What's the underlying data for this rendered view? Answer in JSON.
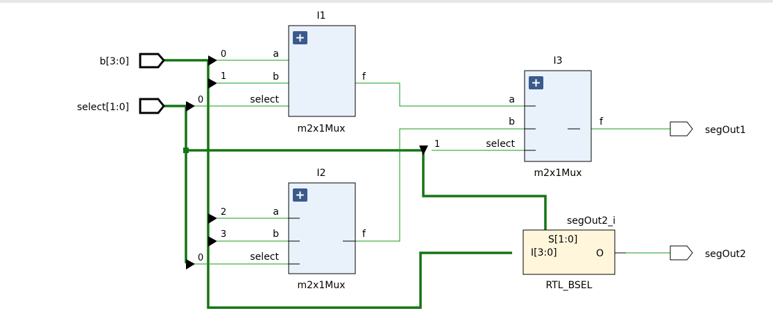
{
  "diagram": {
    "inputs": {
      "b": "b[3:0]",
      "select": "select[1:0]"
    },
    "outputs": {
      "seg_out1": "segOut1",
      "seg_out2": "segOut2"
    },
    "instances": {
      "i1": {
        "name": "I1",
        "type": "m2x1Mux",
        "pin_a": "a",
        "pin_b": "b",
        "pin_select": "select",
        "pin_f": "f",
        "idx_a": "0",
        "idx_b": "1",
        "idx_select": "0"
      },
      "i2": {
        "name": "I2",
        "type": "m2x1Mux",
        "pin_a": "a",
        "pin_b": "b",
        "pin_select": "select",
        "pin_f": "f",
        "idx_a": "2",
        "idx_b": "3",
        "idx_select": "0"
      },
      "i3": {
        "name": "I3",
        "type": "m2x1Mux",
        "pin_a": "a",
        "pin_b": "b",
        "pin_select": "select",
        "pin_f": "f",
        "idx_select": "1"
      },
      "bsel": {
        "name": "segOut2_i",
        "type": "RTL_BSEL",
        "pin_s": "S[1:0]",
        "pin_i": "I[3:0]",
        "pin_o": "O"
      }
    },
    "expand_glyph": "+",
    "colors": {
      "wire": "#149814",
      "bus": "#137513",
      "mux_fill": "#e9f1fb",
      "bsel_fill": "#fff6dc",
      "expand_button": "#3b5a8c"
    }
  }
}
